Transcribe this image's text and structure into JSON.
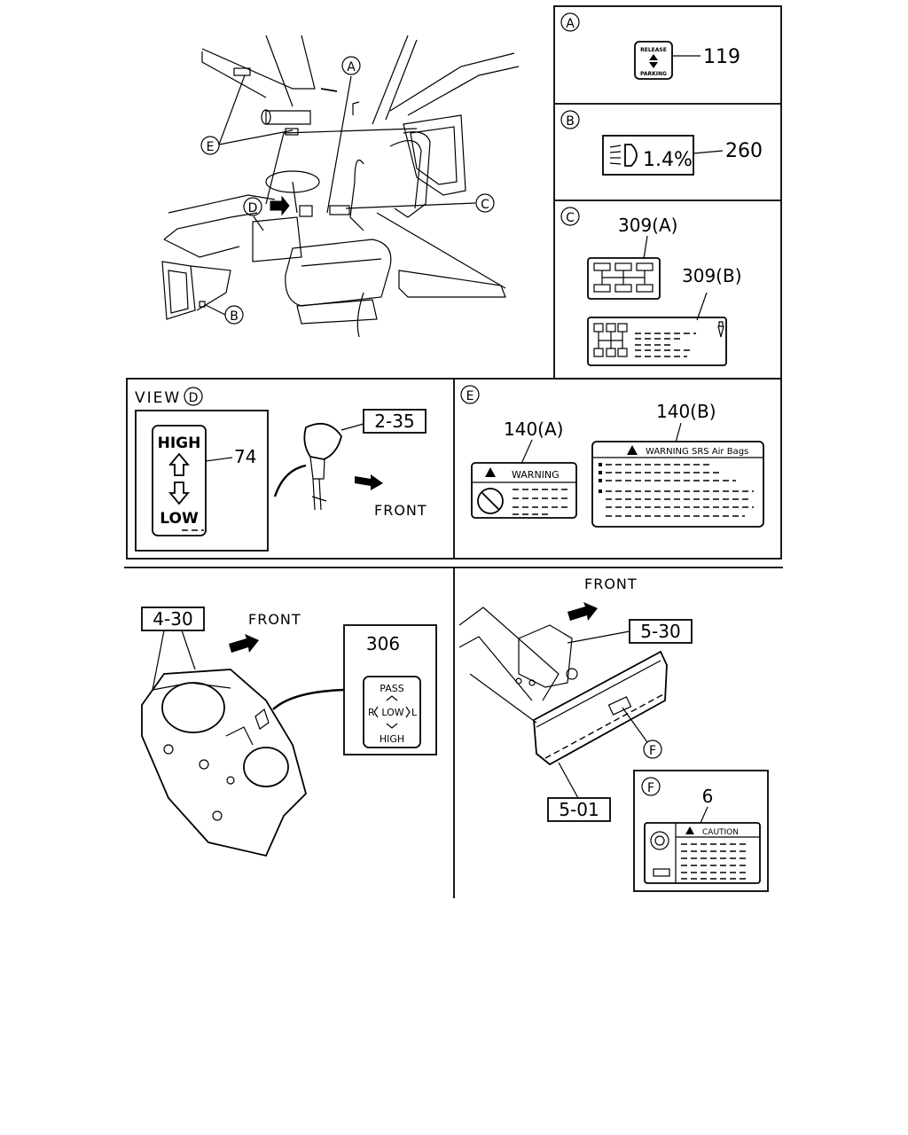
{
  "callouts": {
    "A": "A",
    "B": "B",
    "C": "C",
    "D": "D",
    "E": "E",
    "F": "F"
  },
  "panel_a": {
    "part": "119",
    "label_top": "RELEASE",
    "label_bottom": "PARKING"
  },
  "panel_b": {
    "part": "260",
    "display": "1.4%"
  },
  "panel_c": {
    "part_a": "309(A)",
    "part_b": "309(B)"
  },
  "view_d": {
    "title": "VIEW",
    "part_plate": "74",
    "part_box": "2-35",
    "high": "HIGH",
    "low": "LOW",
    "front": "FRONT"
  },
  "panel_e": {
    "part_a": "140(A)",
    "part_b": "140(B)",
    "warning_a": "WARNING",
    "warning_b": "WARNING SRS Air Bags"
  },
  "lower_left": {
    "part_box": "4-30",
    "front": "FRONT",
    "part_label": "306",
    "pass": "PASS",
    "r": "R",
    "low": "LOW",
    "l": "L",
    "high": "HIGH"
  },
  "lower_right": {
    "front": "FRONT",
    "part_box_top": "5-30",
    "part_box_bottom": "5-01"
  },
  "panel_f": {
    "part": "6",
    "caution": "CAUTION"
  }
}
